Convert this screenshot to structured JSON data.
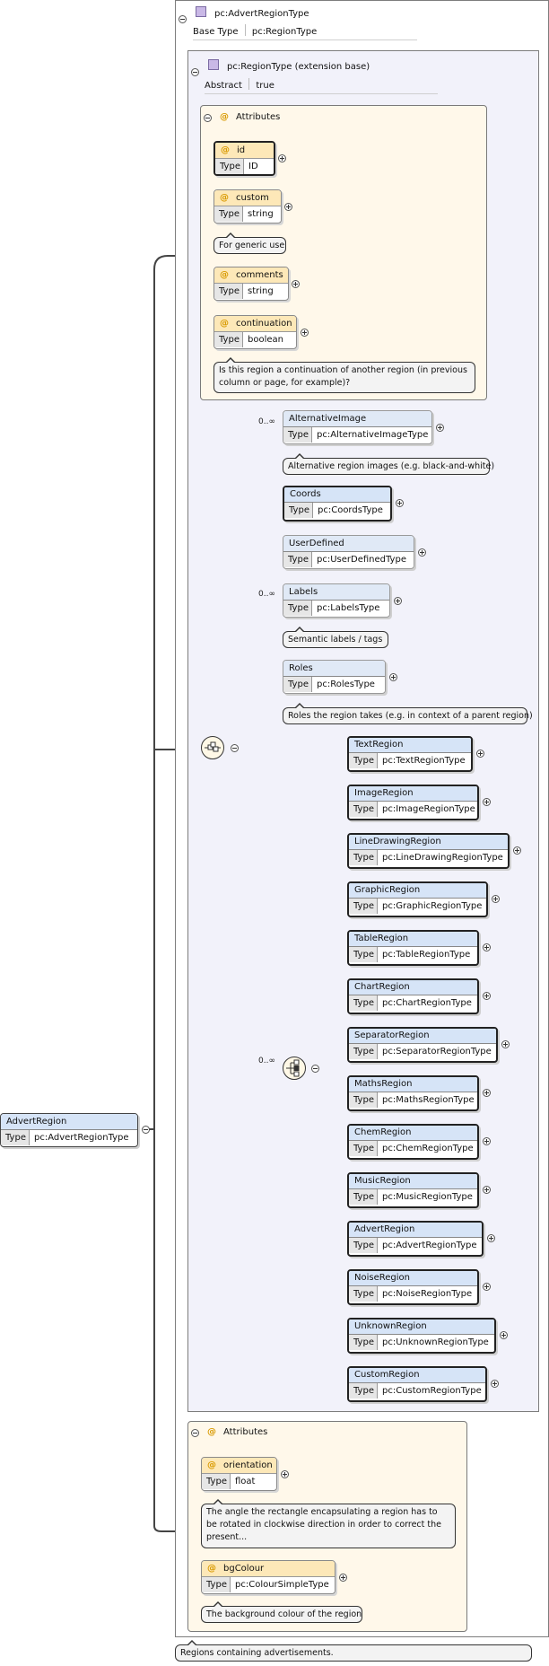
{
  "root": {
    "name": "AdvertRegion",
    "type_label": "Type",
    "type_value": "pc:AdvertRegionType",
    "doc": "Regions containing advertisements."
  },
  "complex_type": {
    "name": "pc:AdvertRegionType",
    "base_label": "Base Type",
    "base_value": "pc:RegionType"
  },
  "extension": {
    "name": "pc:RegionType (extension base)",
    "abstract_label": "Abstract",
    "abstract_value": "true"
  },
  "region_attributes": {
    "title": "Attributes",
    "items": [
      {
        "name": "id",
        "type": "ID",
        "doc": ""
      },
      {
        "name": "custom",
        "type": "string",
        "doc": "For generic use"
      },
      {
        "name": "comments",
        "type": "string",
        "doc": ""
      },
      {
        "name": "continuation",
        "type": "boolean",
        "doc": "Is this region a continuation of another region (in previous column or page, for example)?"
      }
    ]
  },
  "sequence": {
    "items": [
      {
        "name": "AlternativeImage",
        "type": "pc:AlternativeImageType",
        "mult": "0..∞",
        "doc": "Alternative region images (e.g. black-and-white)"
      },
      {
        "name": "Coords",
        "type": "pc:CoordsType",
        "mult": "",
        "doc": ""
      },
      {
        "name": "UserDefined",
        "type": "pc:UserDefinedType",
        "mult": "",
        "doc": ""
      },
      {
        "name": "Labels",
        "type": "pc:LabelsType",
        "mult": "0..∞",
        "doc": "Semantic labels / tags"
      },
      {
        "name": "Roles",
        "type": "pc:RolesType",
        "mult": "",
        "doc": "Roles the region takes (e.g. in context of a parent region)"
      }
    ],
    "choice_mult": "0..∞"
  },
  "choice": {
    "items": [
      {
        "name": "TextRegion",
        "type": "pc:TextRegionType"
      },
      {
        "name": "ImageRegion",
        "type": "pc:ImageRegionType"
      },
      {
        "name": "LineDrawingRegion",
        "type": "pc:LineDrawingRegionType"
      },
      {
        "name": "GraphicRegion",
        "type": "pc:GraphicRegionType"
      },
      {
        "name": "TableRegion",
        "type": "pc:TableRegionType"
      },
      {
        "name": "ChartRegion",
        "type": "pc:ChartRegionType"
      },
      {
        "name": "SeparatorRegion",
        "type": "pc:SeparatorRegionType"
      },
      {
        "name": "MathsRegion",
        "type": "pc:MathsRegionType"
      },
      {
        "name": "ChemRegion",
        "type": "pc:ChemRegionType"
      },
      {
        "name": "MusicRegion",
        "type": "pc:MusicRegionType"
      },
      {
        "name": "AdvertRegion",
        "type": "pc:AdvertRegionType"
      },
      {
        "name": "NoiseRegion",
        "type": "pc:NoiseRegionType"
      },
      {
        "name": "UnknownRegion",
        "type": "pc:UnknownRegionType"
      },
      {
        "name": "CustomRegion",
        "type": "pc:CustomRegionType"
      }
    ]
  },
  "advert_attributes": {
    "title": "Attributes",
    "items": [
      {
        "name": "orientation",
        "type": "float",
        "doc": "The angle the rectangle encapsulating a region has to be rotated in clockwise direction in order to correct the present..."
      },
      {
        "name": "bgColour",
        "type": "pc:ColourSimpleType",
        "doc": "The background colour of the region"
      }
    ]
  },
  "type_label": "Type",
  "colors": {
    "element_header": "#d6e4f7",
    "attribute_header": "#fde8b8",
    "attribute_group_bg": "#fff8ea",
    "extension_bg": "#f2f2fa"
  }
}
